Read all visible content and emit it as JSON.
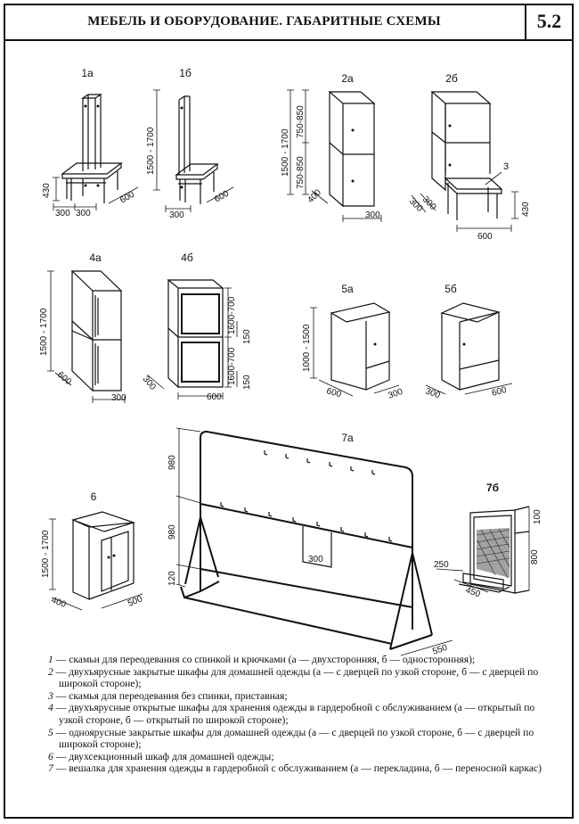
{
  "header": {
    "title": "МЕБЕЛЬ И ОБОРУДОВАНИЕ. ГАБАРИТНЫЕ СХЕМЫ",
    "number": "5.2"
  },
  "figures": {
    "f1a": {
      "label": "1а",
      "h": "430",
      "w1": "300",
      "w2": "300",
      "d": "600"
    },
    "f1b": {
      "label": "1б",
      "h": "1500 - 1700",
      "w": "300",
      "d": "600"
    },
    "f2a": {
      "label": "2а",
      "h": "1500 - 1700",
      "h1": "750-850",
      "h2": "750-850",
      "d": "400",
      "w": "300"
    },
    "f2b": {
      "label": "2б",
      "callout": "3",
      "w1": "300",
      "w2": "300",
      "w3": "600",
      "h": "430"
    },
    "f4a": {
      "label": "4а",
      "h": "1500 - 1700",
      "d": "600",
      "w": "300"
    },
    "f4b": {
      "label": "4б",
      "h1": "1600-700",
      "h2": "1600-700",
      "s1": "150",
      "s2": "150",
      "d": "300",
      "w": "600"
    },
    "f5a": {
      "label": "5а",
      "h": "1000 - 1500",
      "w": "600",
      "d": "300"
    },
    "f5b": {
      "label": "5б",
      "d": "300",
      "w": "600"
    },
    "f6": {
      "label": "6",
      "h": "1500 - 1700",
      "d": "400",
      "w": "500"
    },
    "f7a": {
      "label": "7а",
      "h1": "980",
      "h2": "980",
      "h3": "120",
      "inner": "300",
      "d": "550"
    },
    "f7b": {
      "label": "7б",
      "h1": "100",
      "h2": "800",
      "w1": "250",
      "w2": "450"
    }
  },
  "legend": [
    {
      "num": "1",
      "text": "— скамьи для переодевания со спинкой и крючками (а — двухсторонняя, б — односторонняя);"
    },
    {
      "num": "2",
      "text": "— двухъярусные закрытые шкафы для домашней одежды (а — с дверцей по узкой стороне, б — с дверцей по широкой стороне);"
    },
    {
      "num": "3",
      "text": "— скамья для переодевания без спинки, приставная;"
    },
    {
      "num": "4",
      "text": "— двухъярусные открытые шкафы для хранения одежды в гардеробной с обслуживанием (а — открытый по узкой стороне, б — открытый по широкой стороне);"
    },
    {
      "num": "5",
      "text": "— одноярусные закрытые шкафы для домашней одежды (а — с дверцей по узкой стороне, б — с дверцей по широкой стороне);"
    },
    {
      "num": "6",
      "text": "— двухсекционный шкаф для домашней одежды;"
    },
    {
      "num": "7",
      "text": "— вешалка для хранения одежды в гардеробной с обслуживанием (а — перекладина, б — переносной каркас)"
    }
  ]
}
